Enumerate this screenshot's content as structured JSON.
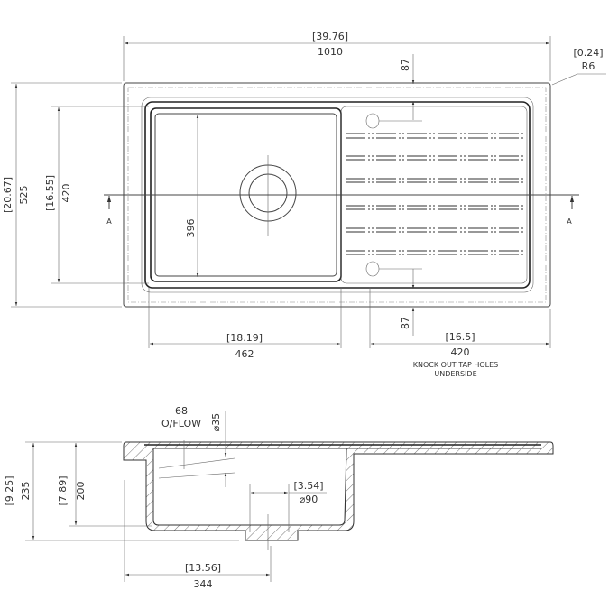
{
  "top_view": {
    "overall_width": {
      "imperial": "[39.76]",
      "metric": "1010"
    },
    "corner_radius": {
      "imperial": "[0.24]",
      "metric": "R6"
    },
    "overall_depth": {
      "imperial": "[20.67]",
      "metric": "525"
    },
    "bowl_depth": {
      "imperial": "[16.55]",
      "metric": "420"
    },
    "bowl_inner": "396",
    "tap_offset_top": "87",
    "tap_offset_bottom": "87",
    "bowl_width": {
      "imperial": "[18.19]",
      "metric": "462"
    },
    "drainer_width": {
      "imperial": "[16.5]",
      "metric": "420"
    },
    "section_marker_left": "A",
    "section_marker_right": "A",
    "note_line1": "KNOCK OUT TAP HOLES",
    "note_line2": "UNDERSIDE"
  },
  "section_view": {
    "overflow_value": "68",
    "overflow_label": "O/FLOW",
    "overflow_diameter": "⌀35",
    "total_height": {
      "imperial": "[9.25]",
      "metric": "235"
    },
    "bowl_height": {
      "imperial": "[7.89]",
      "metric": "200"
    },
    "waste_diameter": {
      "imperial": "[3.54]",
      "metric": "⌀90"
    },
    "waste_offset": {
      "imperial": "[13.56]",
      "metric": "344"
    }
  }
}
